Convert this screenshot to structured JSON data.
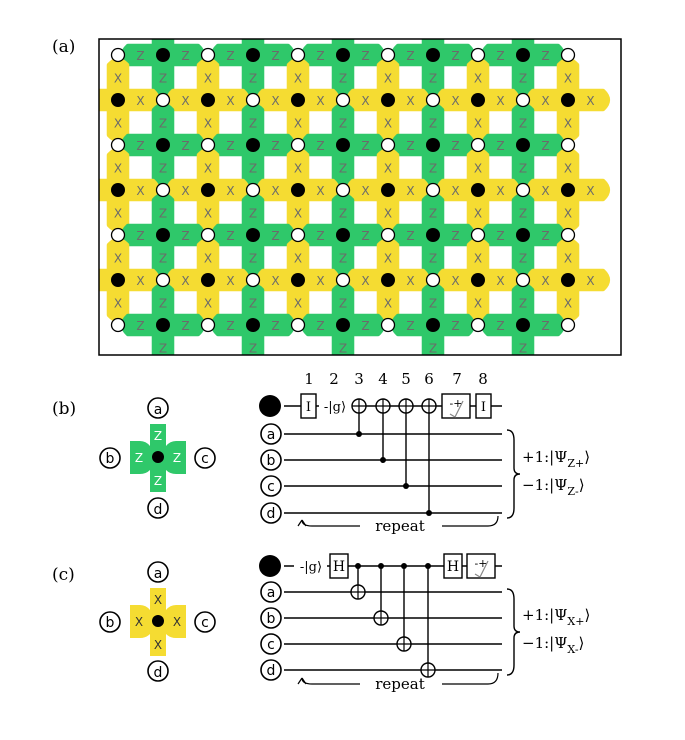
{
  "panel_labels": {
    "a": "(a)",
    "b": "(b)",
    "c": "(c)"
  },
  "colors": {
    "z_plaquette": "#2fc86a",
    "x_plaquette": "#f5dc32",
    "ancilla_qubit": "#000000",
    "data_qubit": "#ffffff",
    "outline": "#000000",
    "plaquette_letter": "#6b6b6b"
  },
  "letters": {
    "z": "Z",
    "x": "X"
  },
  "qubit_labels": [
    "a",
    "b",
    "c",
    "d"
  ],
  "panel_b": {
    "step_numbers": [
      "1",
      "2",
      "3",
      "4",
      "5",
      "6",
      "7",
      "8"
    ],
    "gates": {
      "identity": "I",
      "wait": "-|g⟩",
      "readout": "-+"
    },
    "outcomes": [
      "+1:|Ψ",
      "−1:|Ψ"
    ],
    "outcome_subscripts": [
      "Z+",
      "Z-"
    ],
    "outcome_close": "⟩",
    "repeat_label": "repeat"
  },
  "panel_c": {
    "gates": {
      "hadamard": "H",
      "wait": "-|g⟩",
      "readout": "-+"
    },
    "outcomes": [
      "+1:|Ψ",
      "−1:|Ψ"
    ],
    "outcome_subscripts": [
      "X+",
      "X-"
    ],
    "outcome_close": "⟩",
    "repeat_label": "repeat"
  }
}
